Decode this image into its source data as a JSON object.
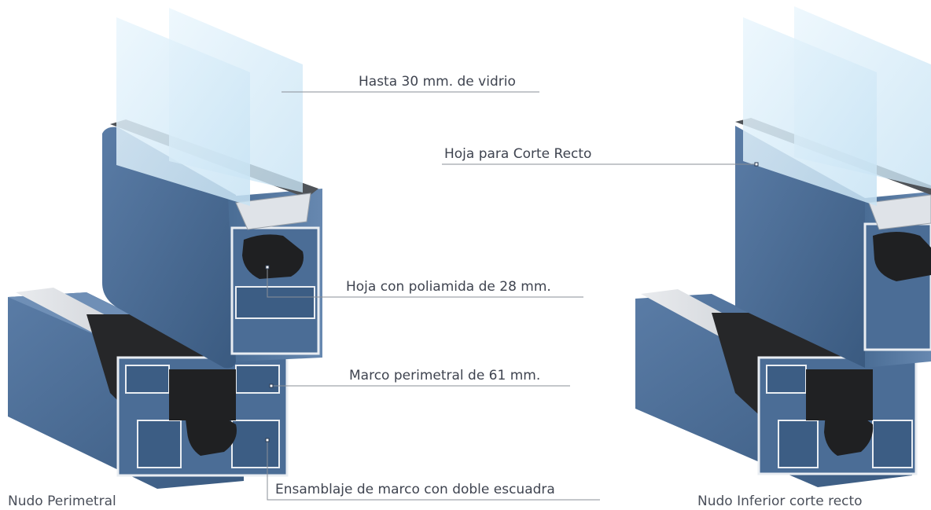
{
  "callouts": [
    {
      "id": "glass",
      "text": "Hasta 30 mm. de vidrio"
    },
    {
      "id": "sash_straight",
      "text": "Hoja para Corte Recto"
    },
    {
      "id": "sash_polyamide",
      "text": "Hoja con poliamida de 28 mm."
    },
    {
      "id": "frame",
      "text": "Marco perimetral de 61 mm."
    },
    {
      "id": "assembly",
      "text": "Ensamblaje de marco con doble escuadra"
    }
  ],
  "captions": {
    "left": "Nudo Perimetral",
    "right": "Nudo Inferior corte recto"
  },
  "colors": {
    "profile_blue": "#3e5f86",
    "profile_blue_light": "#5577a0",
    "polyamide": "#2a2a2c",
    "glass": "#d8ecf8",
    "gasket": "#55595e",
    "leader_line": "#8a8f97",
    "label_text": "#3f4450"
  }
}
